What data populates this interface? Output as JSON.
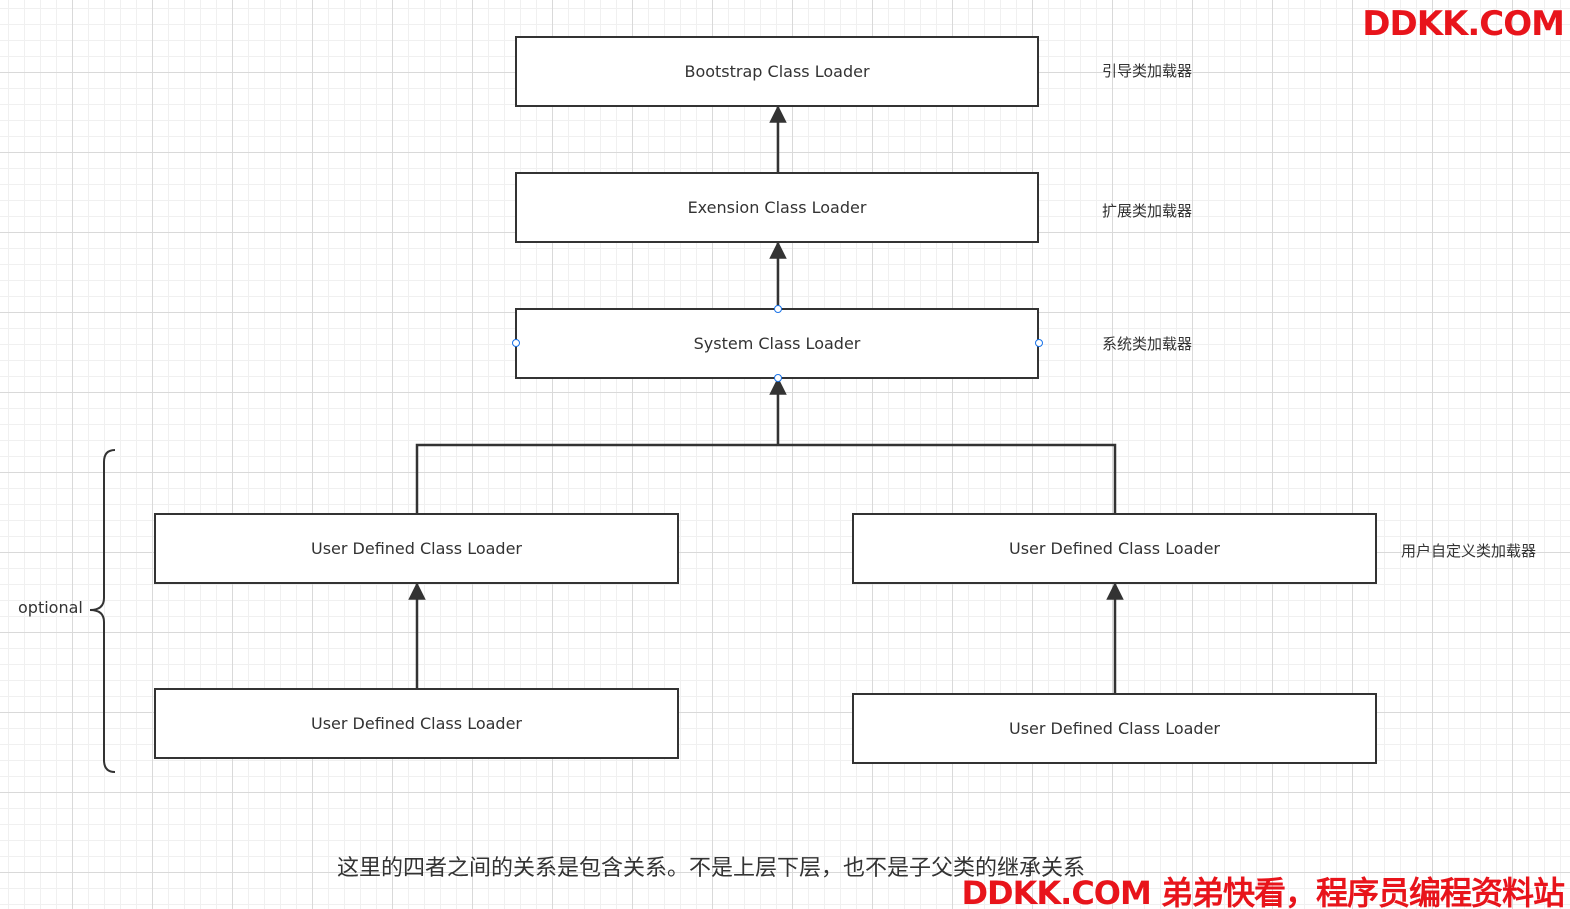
{
  "nodes": {
    "bootstrap": "Bootstrap Class Loader",
    "extension": "Exension Class Loader",
    "system": "System Class Loader",
    "user_left_top": "User Defined Class Loader",
    "user_right_top": "User Defined Class Loader",
    "user_left_bottom": "User Defined Class Loader",
    "user_right_bottom": "User Defined Class Loader"
  },
  "side_labels": {
    "bootstrap": "引导类加载器",
    "extension": "扩展类加载器",
    "system": "系统类加载器",
    "user": "用户自定义类加载器"
  },
  "optional_label": "optional",
  "caption": "这里的四者之间的关系是包含关系。不是上层下层，也不是子父类的继承关系",
  "watermark": {
    "top": "DDKK.COM",
    "bottom": "DDKK.COM 弟弟快看，程序员编程资料站"
  },
  "colors": {
    "line": "#333333",
    "handle": "#1a73e8",
    "watermark": "#e8141b"
  }
}
